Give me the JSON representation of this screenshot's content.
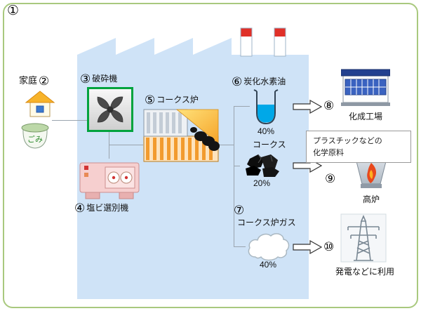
{
  "frame": {
    "badge": "①"
  },
  "household": {
    "badge": "②",
    "label": "家庭",
    "bin_label": "ごみ"
  },
  "crusher": {
    "badge": "③",
    "label": "破砕機"
  },
  "sorter": {
    "badge": "④",
    "label": "塩ビ選別機"
  },
  "oven": {
    "badge": "⑤",
    "label": "コークス炉"
  },
  "oil": {
    "badge": "⑥",
    "label": "炭化水素油",
    "pct": "40%"
  },
  "coke": {
    "label": "コークス",
    "pct": "20%"
  },
  "gas": {
    "badge": "⑦",
    "label": "コークス炉ガス",
    "pct": "40%"
  },
  "chem_plant": {
    "badge": "⑧",
    "label": "化成工場"
  },
  "note": {
    "text": "プラスチックなどの\n化学原料"
  },
  "furnace": {
    "badge": "⑨",
    "label": "高炉"
  },
  "power": {
    "badge": "⑩",
    "label": "発電などに利用"
  },
  "colors": {
    "frame_border": "#a9c97e",
    "factory_blue": "#cfe3f7",
    "crusher_green": "#00a33e",
    "chimney_red": "#e03028",
    "liquid_blue": "#00a8e8"
  }
}
